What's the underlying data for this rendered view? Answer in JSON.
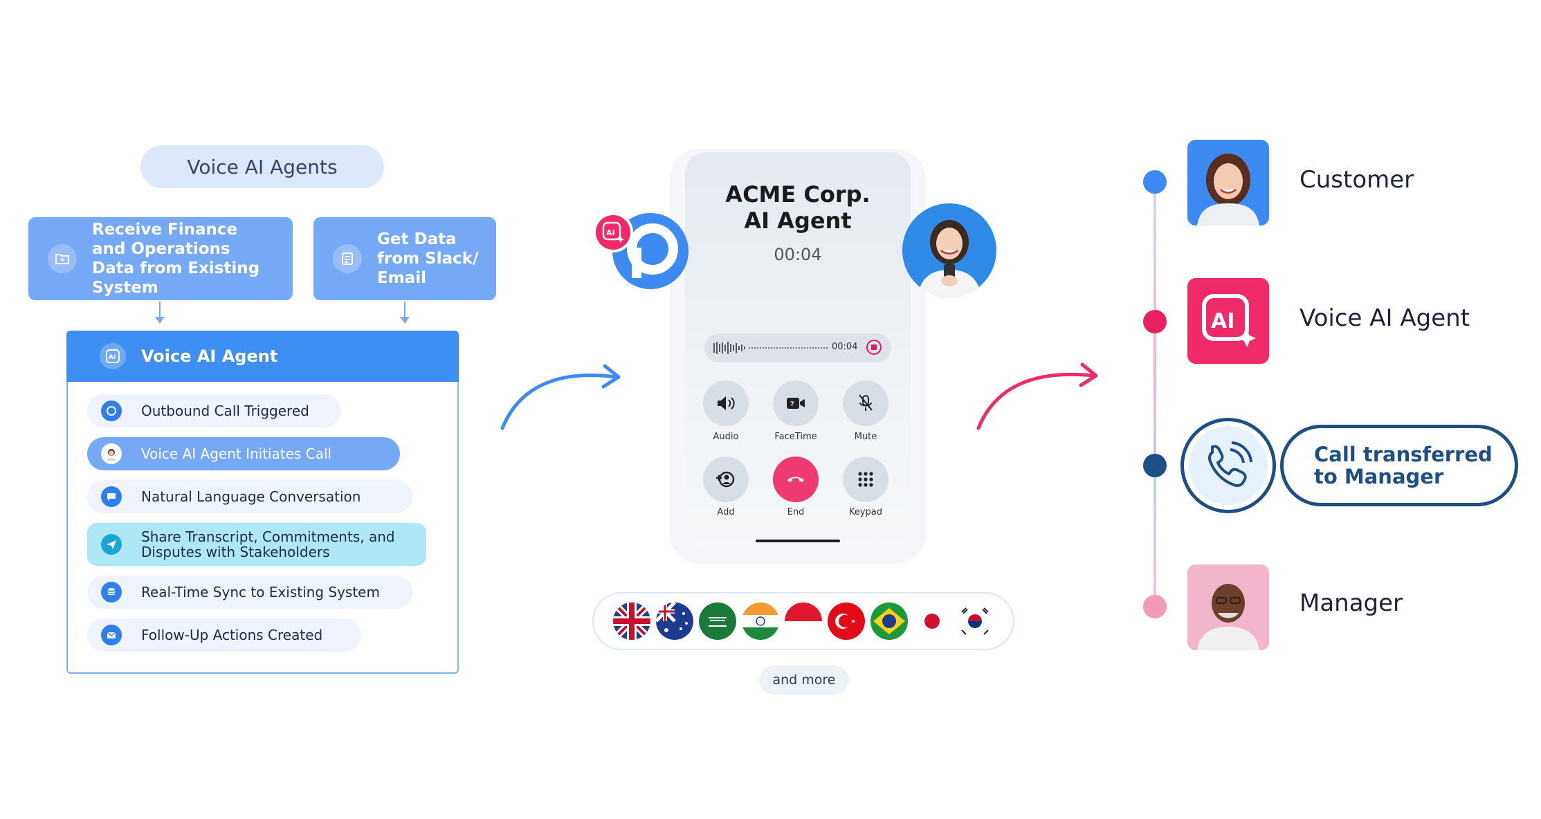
{
  "left": {
    "title": "Voice AI Agents",
    "sources": [
      {
        "label": "Receive Finance and Operations Data from Existing System",
        "icon": "folder-icon"
      },
      {
        "label": "Get Data from Slack/ Email",
        "icon": "document-icon"
      }
    ],
    "agent_header": "Voice AI Agent",
    "steps": [
      {
        "label": "Outbound Call Triggered",
        "icon": "phone-icon"
      },
      {
        "label": "Voice AI Agent Initiates Call",
        "icon": "agent-avatar-icon"
      },
      {
        "label": "Natural Language Conversation",
        "icon": "chat-icon"
      },
      {
        "label": "Share Transcript, Commitments, and Disputes with Stakeholders",
        "icon": "send-icon"
      },
      {
        "label": "Real-Time Sync to Existing System",
        "icon": "database-icon"
      },
      {
        "label": "Follow-Up Actions Created",
        "icon": "mail-icon"
      }
    ]
  },
  "phone": {
    "company_line1": "ACME Corp.",
    "company_line2": "AI Agent",
    "timer": "00:04",
    "recording_time": "00:04",
    "controls": [
      "Audio",
      "FaceTime",
      "Mute",
      "Add",
      "End",
      "Keypad"
    ],
    "badge_text": "AI"
  },
  "languages": {
    "flags": [
      "uk-flag",
      "australia-flag",
      "saudi-arabia-flag",
      "india-flag",
      "indonesia-flag",
      "turkey-flag",
      "brazil-flag",
      "japan-flag",
      "south-korea-flag"
    ],
    "more_label": "and more"
  },
  "timeline": {
    "nodes": [
      {
        "label": "Customer",
        "dot_color": "#3d8af2"
      },
      {
        "label": "Voice AI Agent",
        "dot_color": "#e8225f"
      },
      {
        "label": "Call transferred to Manager",
        "dot_color": "#1d4e85"
      },
      {
        "label": "Manager",
        "dot_color": "#f39ab9"
      }
    ],
    "ai_tile_text": "AI",
    "transfer_line1": "Call transferred",
    "transfer_line2": "to Manager"
  },
  "colors": {
    "primary_blue": "#3f8ef3",
    "light_blue": "#75a9f5",
    "pink": "#ee2a69",
    "navy": "#1d4e85"
  }
}
